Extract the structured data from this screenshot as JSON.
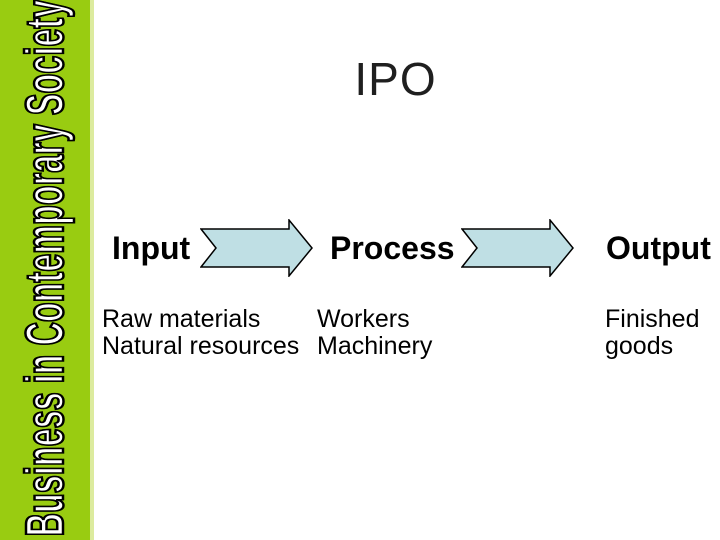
{
  "slide": {
    "sidebar": {
      "text": "Business in Contemporary Society",
      "bg_color": "#99CC11",
      "edge_strip_color": "#DCEB9E",
      "text_color": "#FFFFFF",
      "text_outline_color": "#000000"
    },
    "title": "IPO",
    "flow": {
      "columns": [
        {
          "header": "Input",
          "lines": [
            "Raw materials",
            "Natural resources"
          ]
        },
        {
          "header": "Process",
          "lines": [
            "Workers",
            "Machinery"
          ]
        },
        {
          "header": "Output",
          "lines": [
            "Finished",
            "goods"
          ]
        }
      ],
      "arrows": [
        {
          "name": "input-to-process"
        },
        {
          "name": "process-to-output"
        }
      ],
      "arrow_fill": "#BFDFE4",
      "arrow_stroke": "#000000"
    }
  }
}
